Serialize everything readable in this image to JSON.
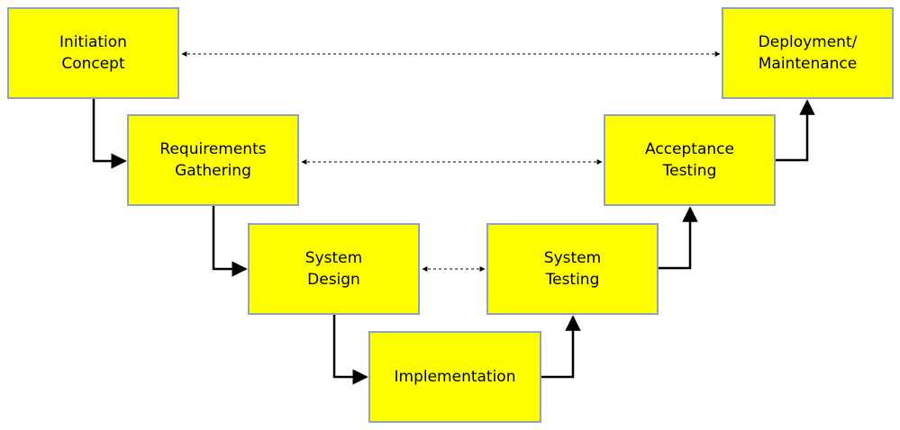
{
  "boxes": {
    "initiation": [
      "Initiation",
      "Concept"
    ],
    "requirements": [
      "Requirements",
      "Gathering"
    ],
    "system_design": [
      "System",
      "Design"
    ],
    "implementation": [
      "Implementation"
    ],
    "system_testing": [
      "System",
      "Testing"
    ],
    "acceptance_testing": [
      "Acceptance",
      "Testing"
    ],
    "deployment": [
      "Deployment/",
      "Maintenance"
    ]
  },
  "colors": {
    "box_fill": "#ffff00",
    "box_border": "#8ea3bf",
    "line": "#000000"
  }
}
